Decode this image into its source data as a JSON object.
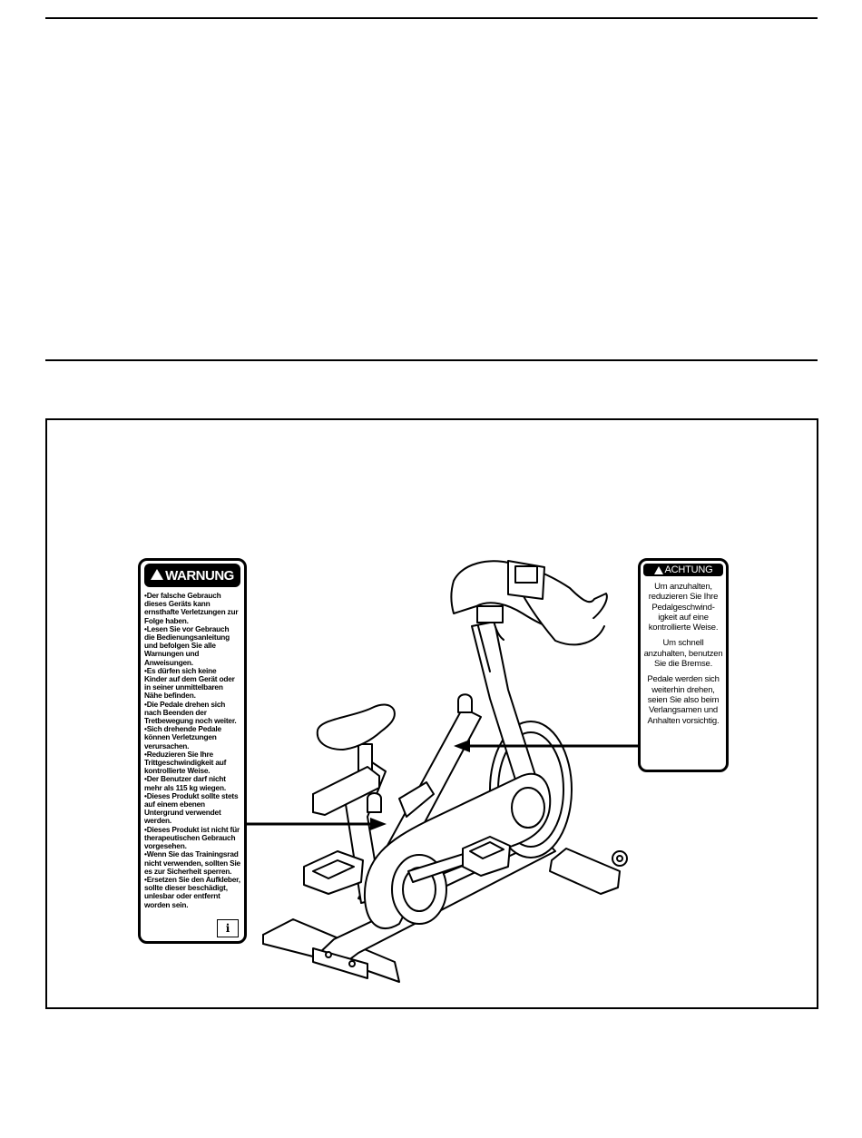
{
  "warning_label": {
    "title": "WARNUNG",
    "items": [
      "Der falsche Gebrauch dieses Geräts kann ernsthafte Verletzungen zur Folge haben.",
      "Lesen Sie vor Gebrauch die Bedienungsanleitung und befolgen Sie alle Warnungen und Anweisungen.",
      "Es dürfen sich keine Kinder auf dem Gerät oder in seiner unmittelbaren Nähe befinden.",
      "Die Pedale drehen sich nach Beenden der Tretbewegung noch weiter.",
      "Sich drehende Pedale können Verletzungen verursachen.",
      "Reduzieren Sie Ihre Trittgeschwindigkeit auf kontrollierte Weise.",
      "Der Benutzer darf nicht mehr als 115 kg wiegen.",
      "Dieses Produkt sollte stets auf einem ebenen Untergrund verwendet werden.",
      "Dieses Produkt ist nicht für therapeutischen Gebrauch vorgesehen.",
      "Wenn Sie das Trainingsrad nicht verwenden, sollten Sie es zur Sicherheit sperren.",
      "Ersetzen Sie den Aufkleber, sollte dieser beschädigt, unlesbar oder entfernt worden sein."
    ],
    "manual_icon_glyph": "i"
  },
  "caution_label": {
    "title": "ACHTUNG",
    "paragraphs": [
      "Um anzuhalten, reduzieren Sie Ihre Pedalgeschwind-igkeit auf eine kontrollierte Weise.",
      "Um schnell anzuhalten, benutzen Sie die Bremse.",
      "Pedale werden sich weiterhin drehen, seien Sie also beim Verlangsamen und Anhalten vorsichtig."
    ]
  },
  "icons": {
    "warning": "warning-triangle-icon",
    "manual": "manual-book-icon",
    "product": "exercise-bike-illustration"
  }
}
